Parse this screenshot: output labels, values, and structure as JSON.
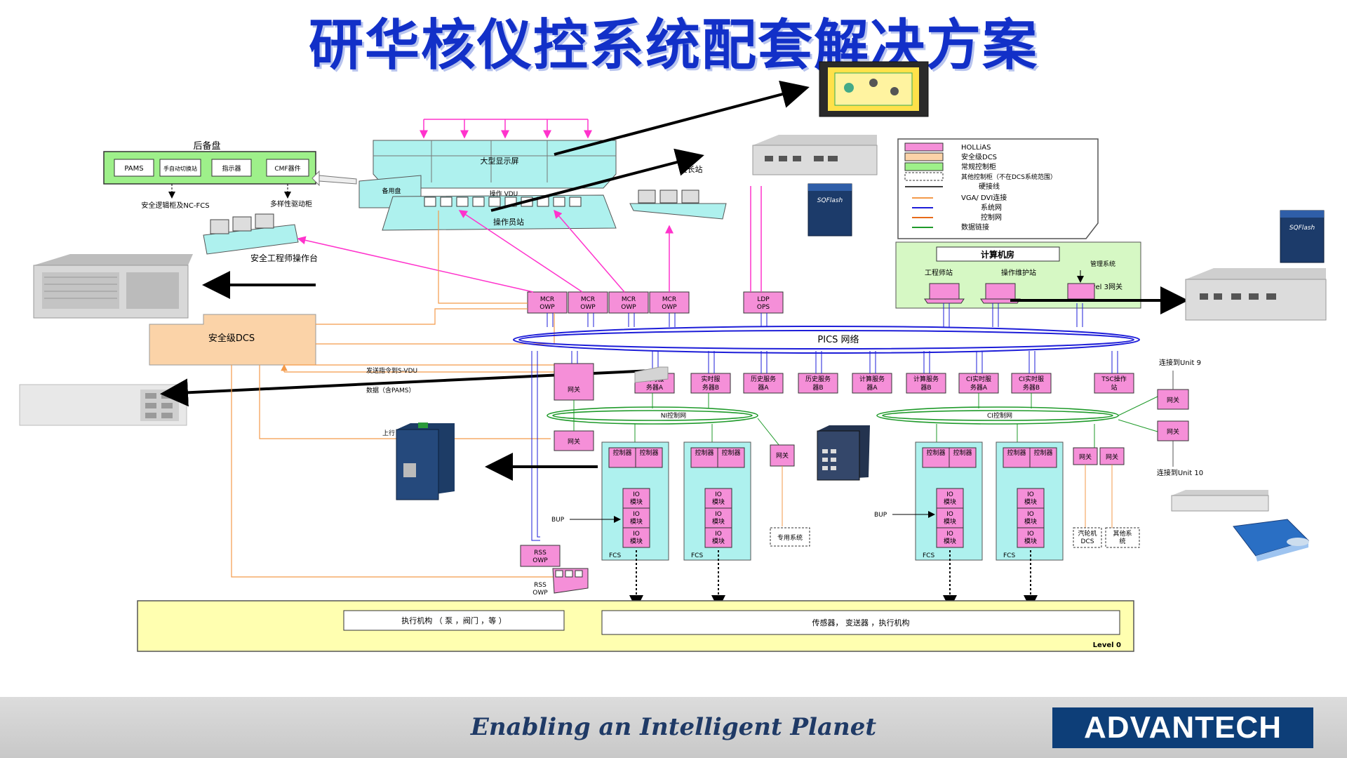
{
  "title": "研华核仪控系统配套解决方案",
  "footer": {
    "slogan": "Enabling an Intelligent Planet",
    "logo": "ADVANTECH"
  },
  "backup_panel": {
    "title": "后备盘",
    "items": [
      "PAMS",
      "手自动切换站",
      "指示器",
      "CMF器件"
    ],
    "sub_left": "安全逻辑柜及NC-FCS",
    "sub_right": "多样性驱动柜"
  },
  "safety_console": "安全工程师操作台",
  "safety_dcs": "安全级DCS",
  "main_display": "大型显示屏",
  "standby_panel": "备用盘",
  "operator_vdu": "操作 VDU",
  "operator_station": "操作员站",
  "shift_station": "班长站",
  "legend": {
    "items": [
      "HOLLiAS",
      "安全级DCS",
      "常规控制柜",
      "其他控制柜（不在DCS系统范围）",
      "硬接线",
      "VGA/ DVI连接",
      "系统网",
      "控制网",
      "数据链接"
    ]
  },
  "computer_room": {
    "title": "计算机房",
    "engineer": "工程师站",
    "maintenance": "操作维护站",
    "management": "管理系统",
    "level3": "Level 3网关"
  },
  "owps": [
    {
      "l1": "MCR",
      "l2": "OWP"
    },
    {
      "l1": "MCR",
      "l2": "OWP"
    },
    {
      "l1": "MCR",
      "l2": "OWP"
    },
    {
      "l1": "MCR",
      "l2": "OWP"
    }
  ],
  "ldp": {
    "l1": "LDP",
    "l2": "OPS"
  },
  "pics": "PICS 网络",
  "servers": [
    {
      "l1": "实时服",
      "l2": "务器A"
    },
    {
      "l1": "实时服",
      "l2": "务器B"
    },
    {
      "l1": "历史服务",
      "l2": "器A"
    },
    {
      "l1": "历史服务",
      "l2": "器B"
    },
    {
      "l1": "计算服务",
      "l2": "器A"
    },
    {
      "l1": "计算服务",
      "l2": "器B"
    },
    {
      "l1": "CI实时服",
      "l2": "务器A"
    },
    {
      "l1": "CI实时服",
      "l2": "务器B"
    },
    {
      "l1": "TSC操作",
      "l2": "站"
    }
  ],
  "gateway": "网关",
  "send_cmd": "发送指令到S-VDU",
  "data_pams": "数据（含PAMS）",
  "uplink": "上行",
  "ni_net": "NI控制网",
  "ci_net": "CI控制网",
  "controller": "控制器",
  "io_module": {
    "l1": "IO",
    "l2": "模块"
  },
  "fcs": "FCS",
  "bup": "BUP",
  "special_system": "专用系统",
  "turbine_dcs": {
    "l1": "汽轮机",
    "l2": "DCS"
  },
  "other_system": {
    "l1": "其他系",
    "l2": "统"
  },
  "unit9": "连接到Unit 9",
  "unit10": "连接到Unit 10",
  "rss_owp": {
    "l1": "RSS",
    "l2": "OWP"
  },
  "level0": {
    "actuators": "执行机构 （ 泵 ，阀门 ，等 ）",
    "sensors": "传感器， 变送器 ，执行机构",
    "label": "Level 0"
  },
  "sqflash": "SQFlash",
  "colors": {
    "title": "#1230c8",
    "hollias": "#f58fd8",
    "safety": "#fbd3a8",
    "regular": "#9ef08a",
    "station": "#aef1ee",
    "level0": "#ffffb0",
    "system_net": "#1d1dd8",
    "control_net": "#1f9a2a",
    "hardwire": "#ff33cc",
    "data_link": "#f39a4a"
  }
}
